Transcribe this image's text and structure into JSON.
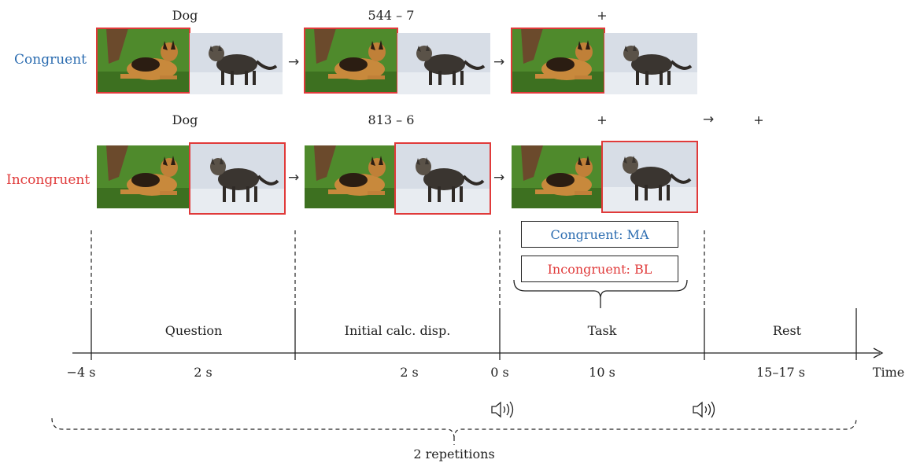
{
  "conditions": {
    "congruent": "Congruent",
    "incongruent": "Incongruent"
  },
  "stimuli": {
    "congruent": {
      "question": "Dog",
      "calc": "544 – 7",
      "fixation": "+"
    },
    "incongruent": {
      "question": "Dog",
      "calc": "813 – 6",
      "fixation": "+",
      "arrow": "→",
      "rest_fixation": "+"
    }
  },
  "images": {
    "dog": "dog-photo",
    "cat": "cat-photo"
  },
  "task_boxes": {
    "congruent": "Congruent: MA",
    "incongruent": "Incongruent: BL"
  },
  "phases": [
    "Question",
    "Initial calc. disp.",
    "Task",
    "Rest"
  ],
  "time_labels": [
    "−4 s",
    "2 s",
    "2 s",
    "0 s",
    "10 s",
    "15–17 s"
  ],
  "axis_label": "Time",
  "repetitions": "2 repetitions",
  "colors": {
    "congruent": "#2b6cb0",
    "incongruent": "#e03a3a",
    "selection": "#e03a3a"
  },
  "icons": {
    "sound": "speaker-icon"
  }
}
